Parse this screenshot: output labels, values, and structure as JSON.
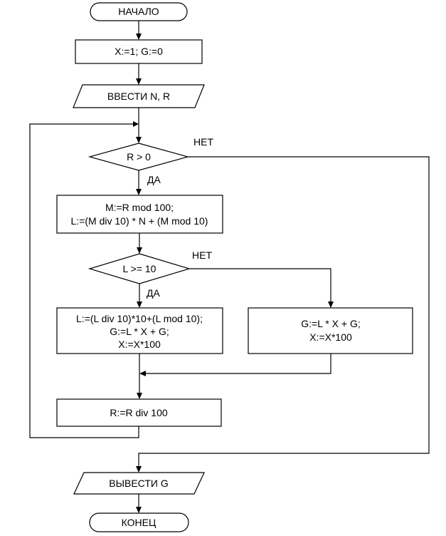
{
  "flowchart": {
    "start": "НАЧАЛО",
    "init": "X:=1; G:=0",
    "input": "ВВЕСТИ N, R",
    "cond_outer": {
      "text": "R > 0",
      "yes": "ДА",
      "no": "НЕТ"
    },
    "process_m_l": {
      "line1": "M:=R mod 100;",
      "line2": "L:=(M div 10) * N + (M mod 10)"
    },
    "cond_inner": {
      "text": "L >= 10",
      "yes": "ДА",
      "no": "НЕТ"
    },
    "branch_yes": {
      "line1": "L:=(L div 10)*10+(L mod 10);",
      "line2": "G:=L * X + G;",
      "line3": "X:=X*100"
    },
    "branch_no": {
      "line1": "G:=L * X + G;",
      "line2": "X:=X*100"
    },
    "update_r": "R:=R div 100",
    "output": "ВЫВЕСТИ G",
    "end": "КОНЕЦ"
  }
}
